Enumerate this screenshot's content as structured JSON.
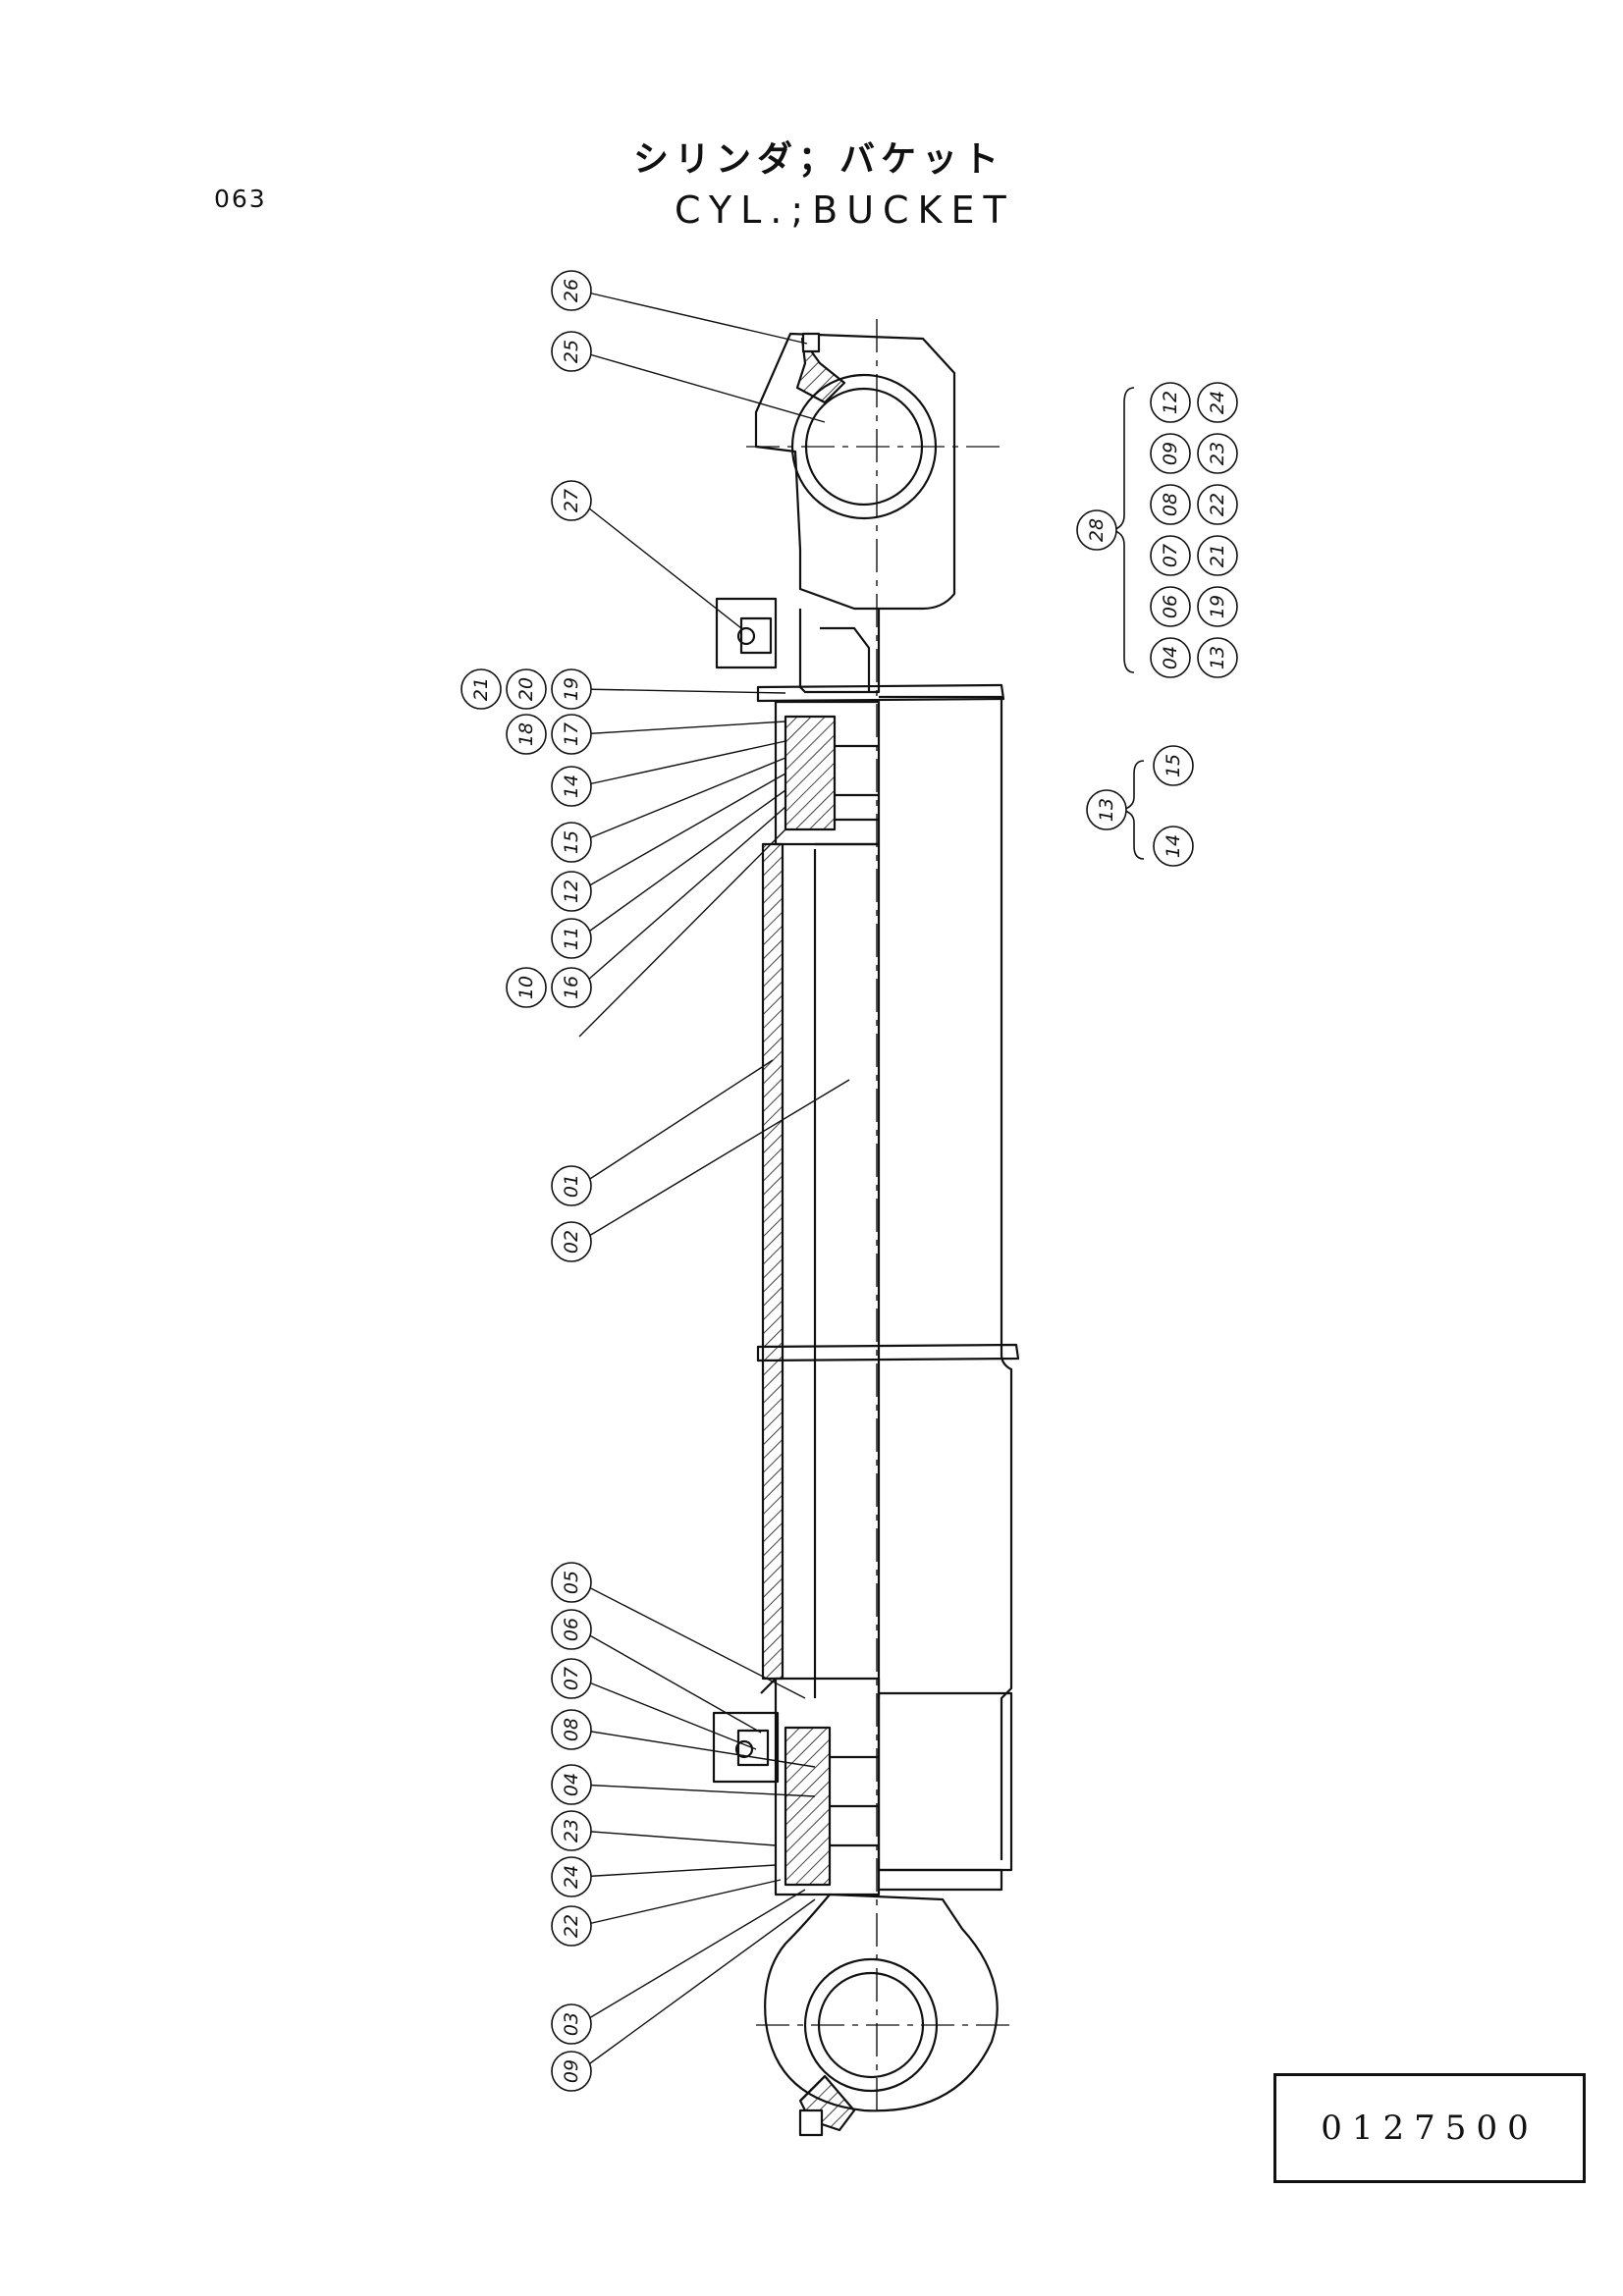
{
  "page": {
    "number": "063",
    "title_jp": "シリンダ；バケット",
    "title_en": "CYL.;BUCKET",
    "catalog_code": "0127500"
  },
  "callouts_upper": [
    "26",
    "25",
    "27",
    "21",
    "20",
    "19",
    "18",
    "17",
    "14",
    "15",
    "12",
    "11",
    "16",
    "10",
    "01",
    "02"
  ],
  "callouts_lower": [
    "05",
    "06",
    "07",
    "08",
    "04",
    "23",
    "24",
    "22",
    "03",
    "09"
  ],
  "kit_28": {
    "label": "28",
    "row1": [
      "12",
      "09",
      "08",
      "07",
      "06",
      "04"
    ],
    "row2": [
      "24",
      "23",
      "22",
      "21",
      "19",
      "13"
    ]
  },
  "kit_13": {
    "label": "13",
    "items": [
      "15",
      "14"
    ]
  }
}
